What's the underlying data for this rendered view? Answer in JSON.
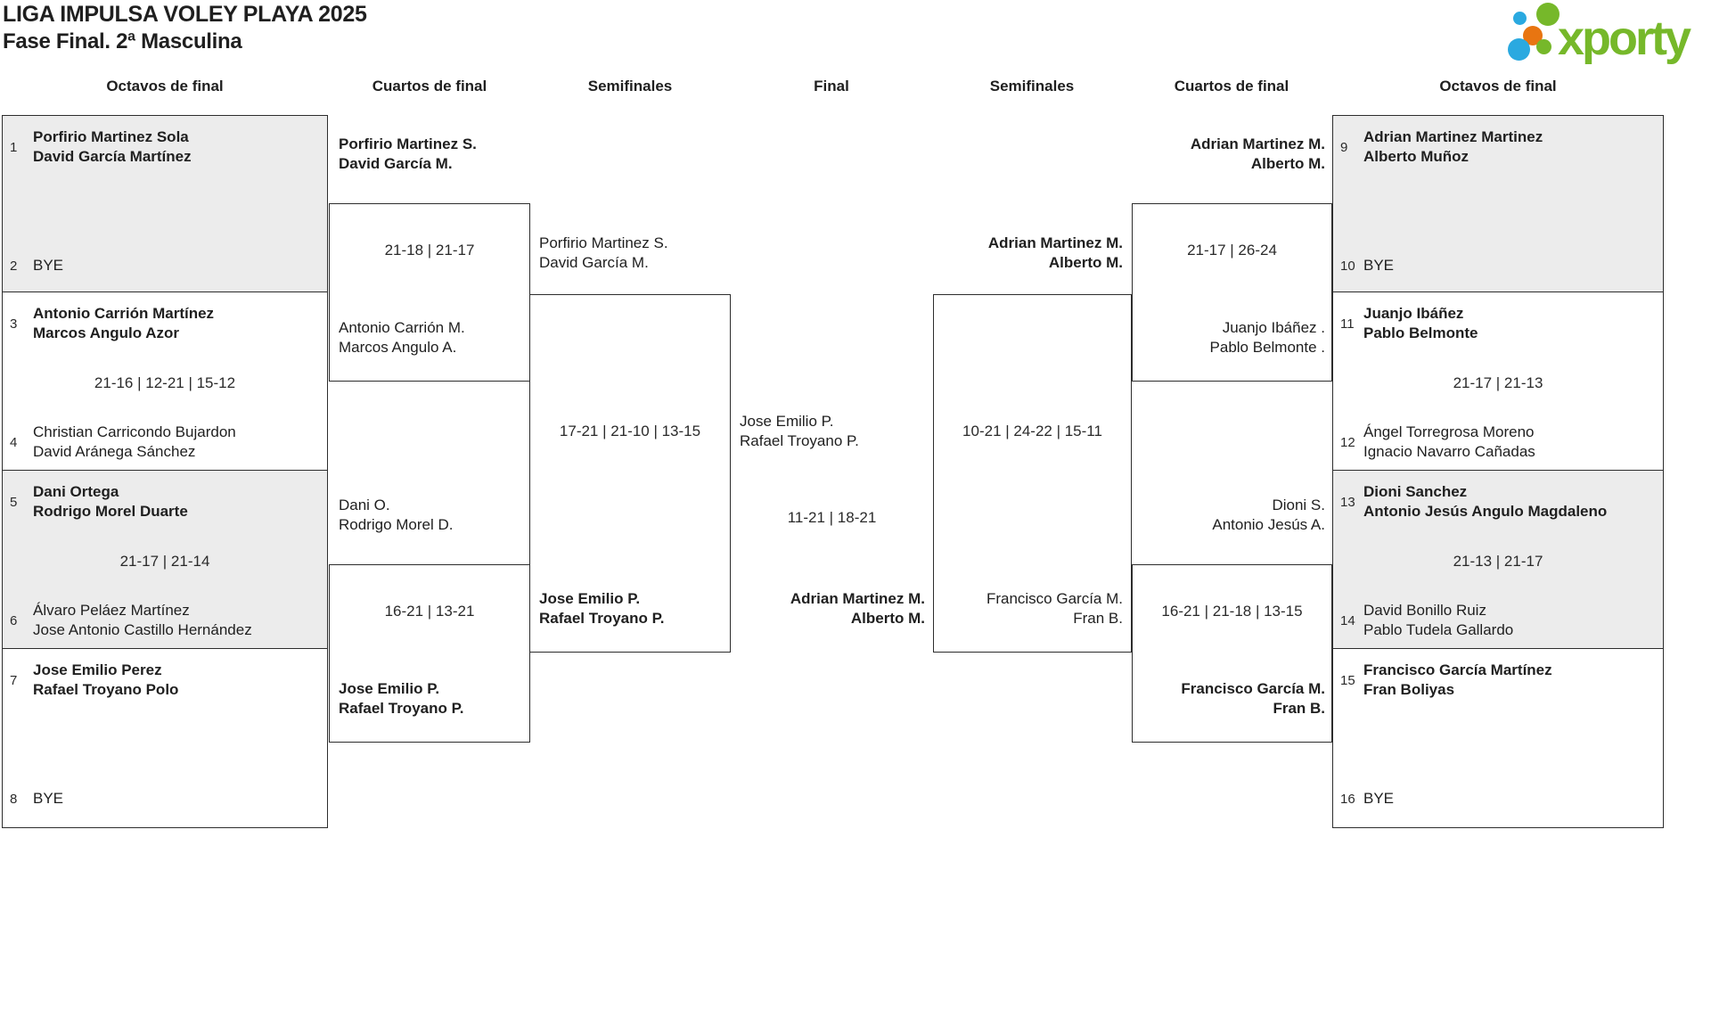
{
  "title": {
    "line1": "LIGA IMPULSA VOLEY PLAYA 2025",
    "line2": "Fase Final. 2ª Masculina"
  },
  "logo": {
    "text": "xporty",
    "colors": {
      "green": "#76b82a",
      "blue": "#2aa9e0",
      "orange": "#e87511"
    }
  },
  "round_headers": [
    "Octavos de final",
    "Cuartos de final",
    "Semifinales",
    "Final",
    "Semifinales",
    "Cuartos de final",
    "Octavos de final"
  ],
  "octavos_left": [
    {
      "shaded": true,
      "score": "",
      "top": {
        "seed": "1",
        "lines": [
          "Porfirio Martinez Sola",
          "David García Martínez"
        ],
        "winner": true
      },
      "bottom": {
        "seed": "2",
        "lines": [
          "BYE"
        ],
        "winner": false
      }
    },
    {
      "shaded": false,
      "score": "21-16 | 12-21 | 15-12",
      "top": {
        "seed": "3",
        "lines": [
          "Antonio Carrión Martínez",
          "Marcos Angulo Azor"
        ],
        "winner": true
      },
      "bottom": {
        "seed": "4",
        "lines": [
          "Christian Carricondo Bujardon",
          "David Aránega Sánchez"
        ],
        "winner": false
      }
    },
    {
      "shaded": true,
      "score": "21-17 | 21-14",
      "top": {
        "seed": "5",
        "lines": [
          "Dani Ortega",
          "Rodrigo Morel Duarte"
        ],
        "winner": true
      },
      "bottom": {
        "seed": "6",
        "lines": [
          "Álvaro Peláez Martínez",
          "Jose Antonio Castillo Hernández"
        ],
        "winner": false
      }
    },
    {
      "shaded": false,
      "score": "",
      "top": {
        "seed": "7",
        "lines": [
          "Jose Emilio Perez",
          "Rafael Troyano Polo"
        ],
        "winner": true
      },
      "bottom": {
        "seed": "8",
        "lines": [
          "BYE"
        ],
        "winner": false
      }
    }
  ],
  "octavos_right": [
    {
      "shaded": true,
      "score": "",
      "top": {
        "seed": "9",
        "lines": [
          "Adrian Martinez Martinez",
          "Alberto Muñoz"
        ],
        "winner": true
      },
      "bottom": {
        "seed": "10",
        "lines": [
          "BYE"
        ],
        "winner": false
      }
    },
    {
      "shaded": false,
      "score": "21-17 | 21-13",
      "top": {
        "seed": "11",
        "lines": [
          "Juanjo Ibáñez",
          "Pablo Belmonte"
        ],
        "winner": true
      },
      "bottom": {
        "seed": "12",
        "lines": [
          "Ángel Torregrosa Moreno",
          "Ignacio Navarro Cañadas"
        ],
        "winner": false
      }
    },
    {
      "shaded": true,
      "score": "21-13 | 21-17",
      "top": {
        "seed": "13",
        "lines": [
          "Dioni Sanchez",
          "Antonio Jesús Angulo Magdaleno"
        ],
        "winner": true
      },
      "bottom": {
        "seed": "14",
        "lines": [
          "David Bonillo Ruiz",
          "Pablo Tudela Gallardo"
        ],
        "winner": false
      }
    },
    {
      "shaded": false,
      "score": "",
      "top": {
        "seed": "15",
        "lines": [
          "Francisco García Martínez",
          "Fran Boliyas"
        ],
        "winner": true
      },
      "bottom": {
        "seed": "16",
        "lines": [
          "BYE"
        ],
        "winner": false
      }
    }
  ],
  "cuartos_left": [
    {
      "score": "21-18 | 21-17",
      "top": {
        "lines": [
          "Porfirio Martinez S.",
          "David García M."
        ],
        "winner": true
      },
      "bottom": {
        "lines": [
          "Antonio Carrión M.",
          "Marcos Angulo A."
        ],
        "winner": false
      }
    },
    {
      "score": "16-21 | 13-21",
      "top": {
        "lines": [
          "Dani O.",
          "Rodrigo Morel D."
        ],
        "winner": false
      },
      "bottom": {
        "lines": [
          "Jose Emilio P.",
          "Rafael Troyano P."
        ],
        "winner": true
      }
    }
  ],
  "cuartos_right": [
    {
      "score": "21-17 | 26-24",
      "top": {
        "lines": [
          "Adrian Martinez M.",
          "Alberto M."
        ],
        "winner": true
      },
      "bottom": {
        "lines": [
          "Juanjo Ibáñez .",
          "Pablo Belmonte ."
        ],
        "winner": false
      }
    },
    {
      "score": "16-21 | 21-18 | 13-15",
      "top": {
        "lines": [
          "Dioni S.",
          "Antonio Jesús A."
        ],
        "winner": false
      },
      "bottom": {
        "lines": [
          "Francisco García M.",
          "Fran B."
        ],
        "winner": true
      }
    }
  ],
  "semis_left": {
    "score": "17-21 | 21-10 | 13-15",
    "top": {
      "lines": [
        "Porfirio Martinez S.",
        "David García M."
      ],
      "winner": false
    },
    "bottom": {
      "lines": [
        "Jose Emilio P.",
        "Rafael Troyano P."
      ],
      "winner": true
    }
  },
  "semis_right": {
    "score": "10-21 | 24-22 | 15-11",
    "top": {
      "lines": [
        "Adrian Martinez M.",
        "Alberto M."
      ],
      "winner": true
    },
    "bottom": {
      "lines": [
        "Francisco García M.",
        "Fran B."
      ],
      "winner": false
    }
  },
  "final": {
    "score": "11-21 | 18-21",
    "top": {
      "lines": [
        "Jose Emilio P.",
        "Rafael Troyano P."
      ],
      "winner": false
    },
    "bottom": {
      "lines": [
        "Adrian Martinez M.",
        "Alberto M."
      ],
      "winner": true
    }
  }
}
